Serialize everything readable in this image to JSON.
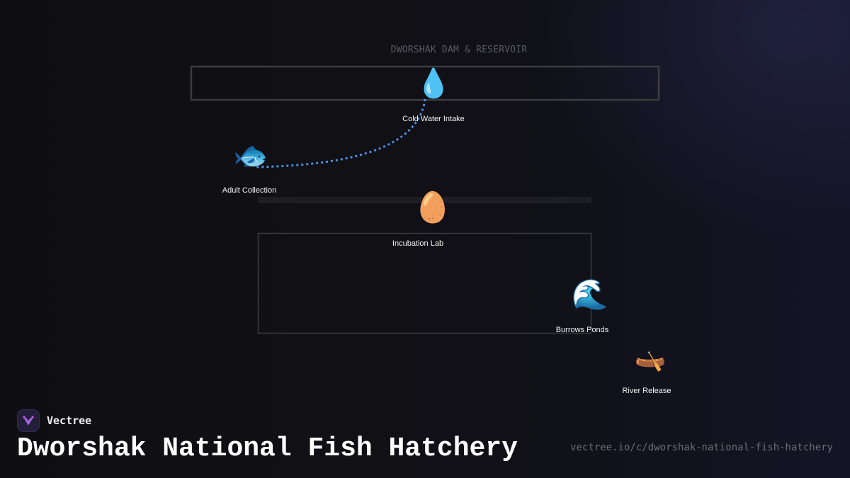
{
  "diagram": {
    "region_label": "DWORSHAK DAM & RESERVOIR",
    "nodes": [
      {
        "id": "cold-water-intake",
        "icon": "water-droplet-icon",
        "glyph": "💧",
        "label": "Cold Water Intake"
      },
      {
        "id": "adult-collection",
        "icon": "fish-icon",
        "glyph": "🐟",
        "label": "Adult Collection"
      },
      {
        "id": "incubation-lab",
        "icon": "egg-icon",
        "glyph": "🥚",
        "label": "Incubation Lab"
      },
      {
        "id": "burrows-ponds",
        "icon": "wave-icon",
        "glyph": "🌊",
        "label": "Burrows Ponds"
      },
      {
        "id": "river-release",
        "icon": "canoe-icon",
        "glyph": "🛶",
        "label": "River Release"
      }
    ],
    "connections": [
      {
        "from": "cold-water-intake",
        "to": "adult-collection",
        "style": "dotted",
        "color": "#4a90e2"
      }
    ],
    "colors": {
      "reservoir_border": "#3c3c40",
      "channel": "#1e1e22",
      "pond_border": "#3a3a3e",
      "flow_line": "#4a90e2"
    }
  },
  "brand": {
    "name": "Vectree",
    "logo_icon": "vectree-logo-icon"
  },
  "footer": {
    "title": "Dworshak National Fish Hatchery",
    "url": "vectree.io/c/dworshak-national-fish-hatchery"
  }
}
